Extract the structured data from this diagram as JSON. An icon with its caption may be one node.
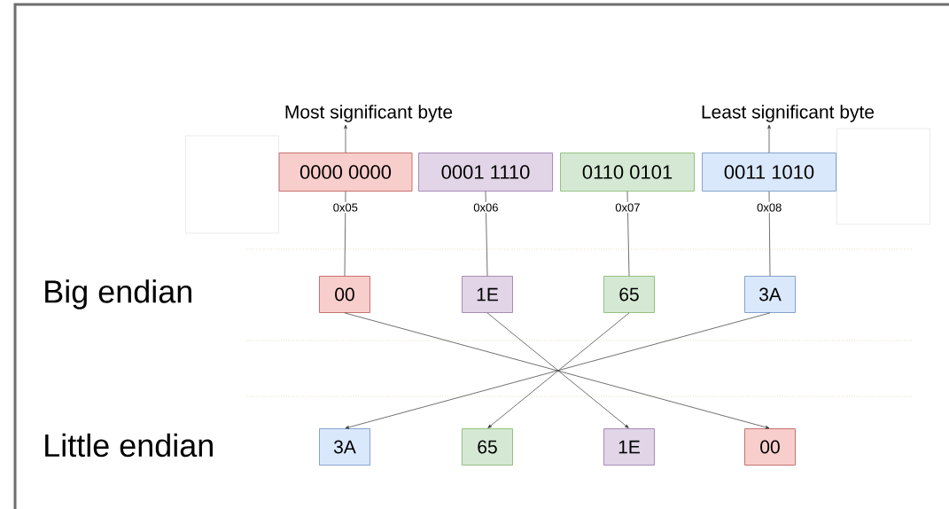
{
  "diagram": {
    "nodes": [
      {
        "text": [
          "Most significant byte"
        ]
      },
      {
        "text": [
          "Least significant byte"
        ]
      },
      {
        "text": [],
        "shape": "box"
      },
      {
        "text": [
          "0000 0000"
        ]
      },
      {
        "text": [
          "0001 1110"
        ]
      },
      {
        "text": [
          "0110 0101"
        ]
      },
      {
        "text": [
          "0011 1010"
        ]
      },
      {
        "text": [],
        "shape": "box"
      },
      {
        "text": [
          "00"
        ]
      },
      {
        "text": [
          "1E"
        ]
      },
      {
        "text": [
          "65"
        ]
      },
      {
        "text": [
          "3A"
        ]
      },
      {
        "text": [
          "3A"
        ]
      },
      {
        "text": [
          "65"
        ]
      },
      {
        "text": [
          "1E"
        ]
      },
      {
        "text": [
          "00"
        ]
      }
    ],
    "edges": [
      {
        "from": 3,
        "to": 0,
        "arrow": "to"
      },
      {
        "from": 6,
        "to": 1,
        "arrow": "to"
      },
      {
        "from": 3,
        "to": 8,
        "arrow": "none",
        "label": "0x05"
      },
      {
        "from": 4,
        "to": 9,
        "arrow": "none",
        "label": "0x06"
      },
      {
        "from": 5,
        "to": 10,
        "arrow": "none",
        "label": "0x07"
      },
      {
        "from": 6,
        "to": 11,
        "arrow": "none",
        "label": "0x08"
      },
      {
        "from": 8,
        "to": 15,
        "arrow": "to"
      },
      {
        "from": 9,
        "to": 14,
        "arrow": "to"
      },
      {
        "from": 10,
        "to": 13,
        "arrow": "to"
      },
      {
        "from": 11,
        "to": 12,
        "arrow": "to"
      }
    ],
    "labels": [
      "Big endian",
      "Little endian"
    ]
  }
}
